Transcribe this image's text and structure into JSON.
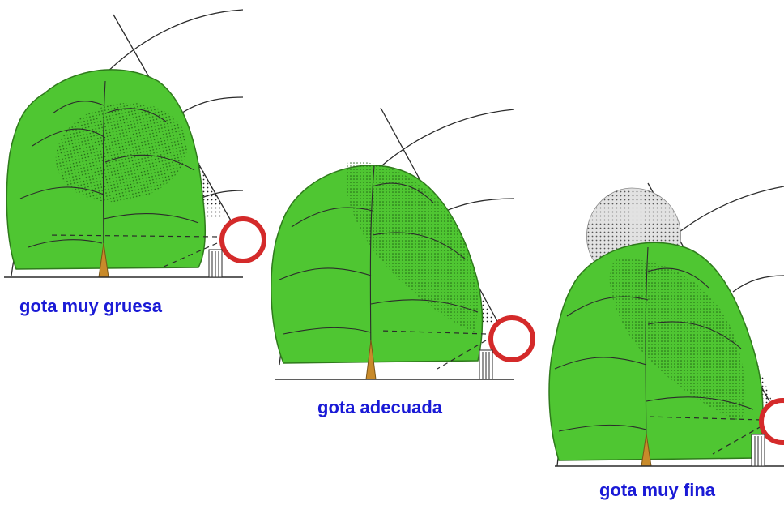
{
  "palette": {
    "canopy": "#4fc632",
    "trunk": "#c88a2a",
    "sprayer": "#d42a2a",
    "line": "#2a2a2a",
    "caption": "#1a1ad6"
  },
  "panels": [
    {
      "label": "gota muy gruesa",
      "spray_coverage": "inner"
    },
    {
      "label": "gota adecuada",
      "spray_coverage": "full-canopy"
    },
    {
      "label": "gota muy fina",
      "spray_coverage": "drift-above"
    }
  ]
}
